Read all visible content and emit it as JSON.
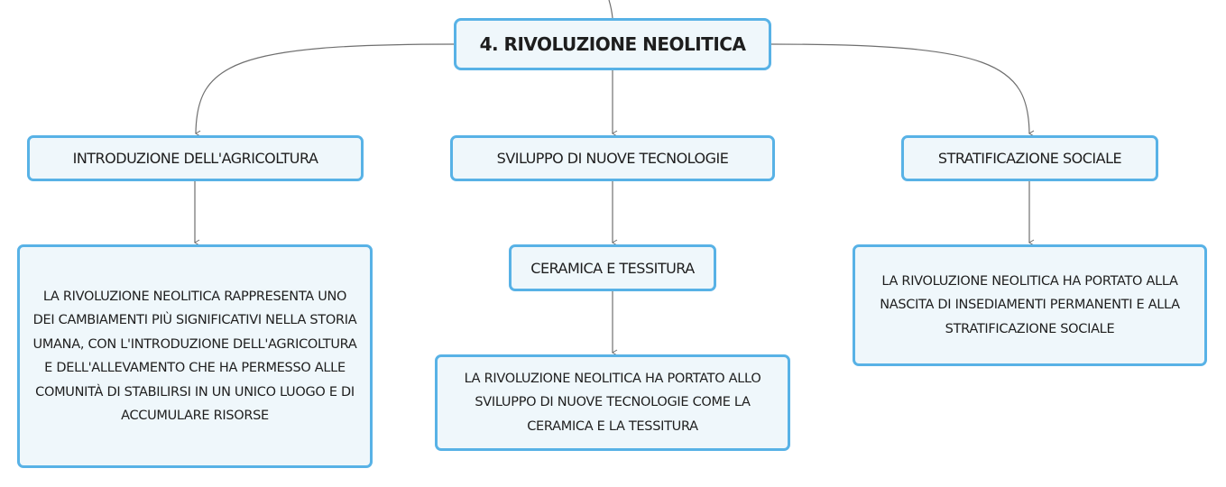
{
  "root": {
    "label": "4. RIVOLUZIONE NEOLITICA"
  },
  "branches": [
    {
      "label": "INTRODUZIONE DELL'AGRICOLTURA",
      "detail": "LA RIVOLUZIONE NEOLITICA RAPPRESENTA UNO DEI CAMBIAMENTI PIÙ SIGNIFICATIVI NELLA STORIA UMANA, CON L'INTRODUZIONE DELL'AGRICOLTURA E DELL'ALLEVAMENTO CHE HA PERMESSO ALLE COMUNITÀ DI STABILIRSI IN UN UNICO LUOGO E DI ACCUMULARE RISORSE"
    },
    {
      "label": "SVILUPPO DI NUOVE TECNOLOGIE",
      "child": {
        "label": "CERAMICA E TESSITURA",
        "detail": "LA RIVOLUZIONE NEOLITICA HA PORTATO ALLO SVILUPPO DI NUOVE TECNOLOGIE COME LA CERAMICA E LA TESSITURA"
      }
    },
    {
      "label": "STRATIFICAZIONE SOCIALE",
      "detail": "LA RIVOLUZIONE NEOLITICA HA PORTATO ALLA NASCITA DI INSEDIAMENTI PERMANENTI E ALLA STRATIFICAZIONE SOCIALE"
    }
  ],
  "colors": {
    "node_border": "#58b2e6",
    "node_fill": "#eff7fb",
    "connector": "#6f6f6f",
    "text": "#1e1e1e"
  }
}
